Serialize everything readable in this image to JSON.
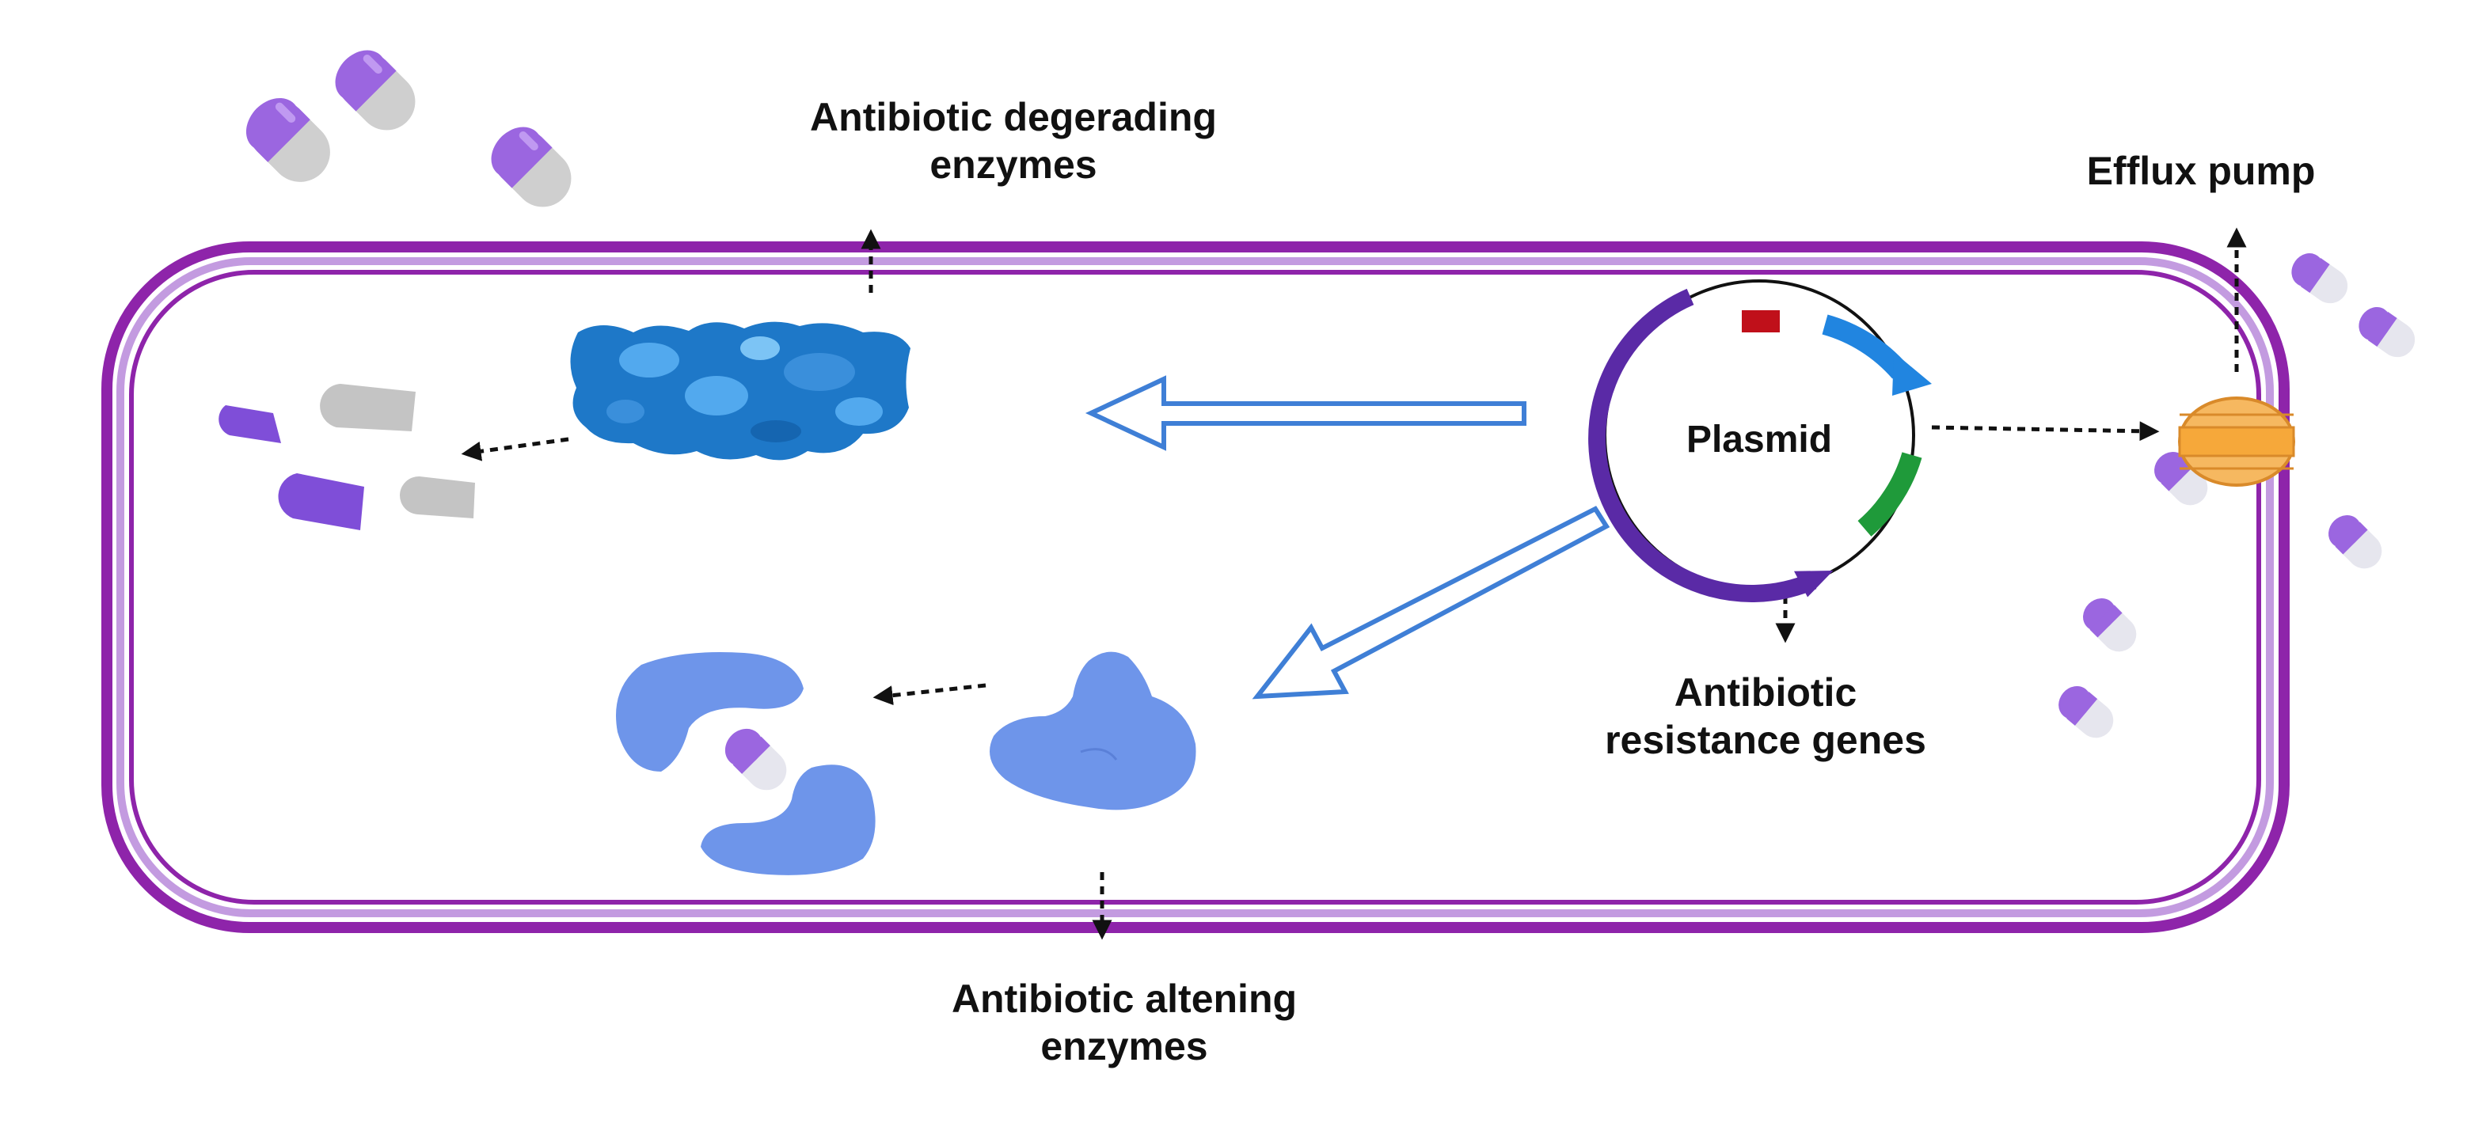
{
  "labels": {
    "degrading": [
      "Antibiotic degerading",
      "enzymes"
    ],
    "efflux": "Efflux pump",
    "plasmid": "Plasmid",
    "genes": [
      "Antibiotic",
      "resistance genes"
    ],
    "altering": [
      "Antibiotic altening",
      "enzymes"
    ]
  },
  "colors": {
    "membrane": "#8e24aa",
    "capsule_purple": "#9b66e0",
    "capsule_gray": "#cfcfcf",
    "degrading_enzyme": "#1e78c8",
    "altering_enzyme": "#6e95ea",
    "arrow_outline": "#3f7fd6",
    "efflux_pump": "#f6b860",
    "plasmid_ring": "#5a2aa6"
  },
  "icons": [
    "capsule-icon",
    "degrading-enzyme-icon",
    "altering-enzyme-icon",
    "efflux-pump-icon",
    "plasmid-icon"
  ]
}
